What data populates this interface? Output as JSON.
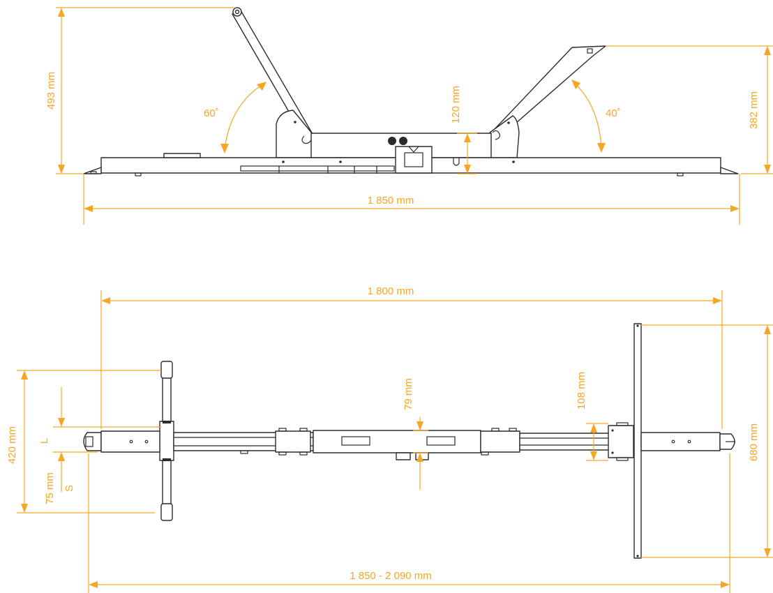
{
  "colors": {
    "line": "#2b2b2b",
    "dimension": "#f5a623",
    "background": "#ffffff"
  },
  "side_view": {
    "height_front": "493 mm",
    "height_rear": "382 mm",
    "frame_height": "120 mm",
    "total_length": "1 850 mm",
    "angle_front": "60˚",
    "angle_rear": "40˚"
  },
  "top_view": {
    "frame_length": "1 800 mm",
    "width_front": "420 mm",
    "width_rear": "680 mm",
    "offset_small": "75 mm",
    "center_width": "79 mm",
    "rail_width": "108 mm",
    "total_length_range": "1 850 - 2 090 mm",
    "label_l": "L",
    "label_s": "S"
  }
}
